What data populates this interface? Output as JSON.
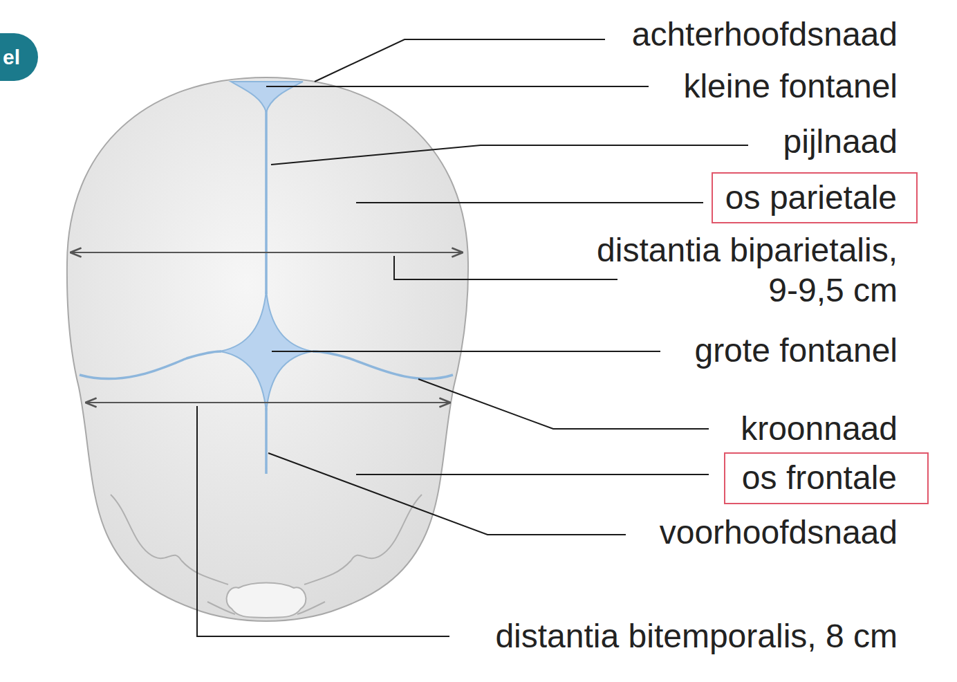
{
  "diagram": {
    "nodes": [
      {
        "text": [
          "el"
        ]
      },
      {
        "text": [
          "os parietale"
        ]
      },
      {
        "text": [
          "os frontale"
        ]
      }
    ],
    "labels": [
      "achterhoofdsnaad",
      "kleine fontanel",
      "pijlnaad",
      "distantia biparietalis, 9-9,5 cm",
      "grote fontanel",
      "kroonnaad",
      "voorhoofdsnaad",
      "distantia bitemporalis, 8 cm"
    ]
  }
}
